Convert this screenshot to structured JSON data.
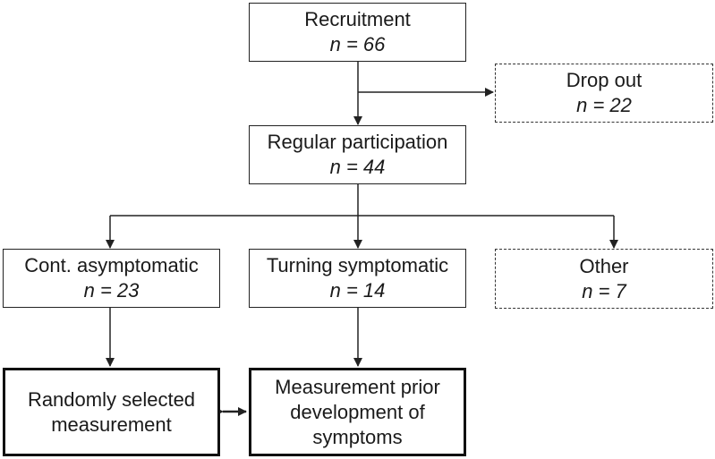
{
  "recruitment": {
    "label": "Recruitment",
    "n": "n = 66"
  },
  "dropout": {
    "label": "Drop out",
    "n": "n = 22"
  },
  "regular": {
    "label": "Regular participation",
    "n": "n = 44"
  },
  "cont": {
    "label": "Cont. asymptomatic",
    "n": "n = 23"
  },
  "turning": {
    "label": "Turning symptomatic",
    "n": "n = 14"
  },
  "other": {
    "label": "Other",
    "n": "n = 7"
  },
  "random": {
    "line1": "Randomly selected",
    "line2": "measurement"
  },
  "measurement": {
    "line1": "Measurement prior",
    "line2": "development of",
    "line3": "symptoms"
  },
  "colors": {
    "stroke": "#222222",
    "text": "#1a1a1a",
    "background": "#ffffff"
  }
}
